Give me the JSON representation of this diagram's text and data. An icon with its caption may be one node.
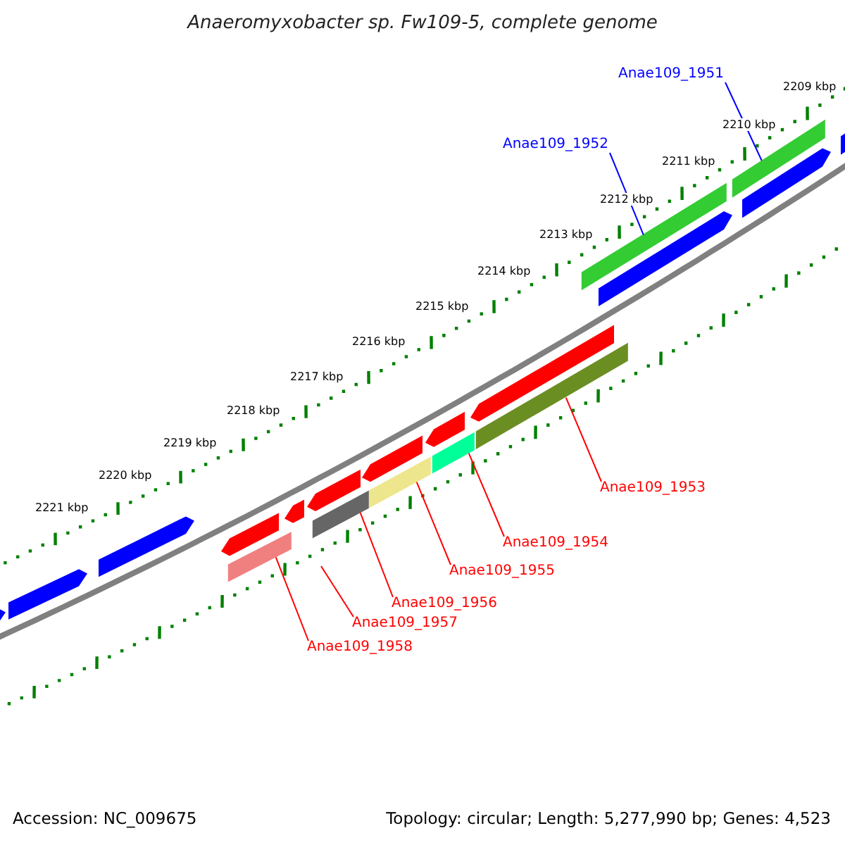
{
  "diagram": {
    "title": "Anaeromyxobacter sp. Fw109-5, complete genome",
    "nodes": [
      {
        "text": [
          "Anae109_1951"
        ]
      },
      {
        "text": [
          "Anae109_1952"
        ]
      },
      {
        "text": [
          "Anae109_1953"
        ]
      },
      {
        "text": [
          "Anae109_1954"
        ]
      },
      {
        "text": [
          "Anae109_1955"
        ]
      },
      {
        "text": [
          "Anae109_1956"
        ]
      },
      {
        "text": [
          "Anae109_1957"
        ]
      },
      {
        "text": [
          "Anae109_1958"
        ]
      },
      {
        "text": [],
        "shape": "bar"
      },
      {
        "text": [],
        "shape": "bar"
      },
      {
        "text": [],
        "shape": "bar"
      },
      {
        "text": [],
        "shape": "bar"
      },
      {
        "text": [],
        "shape": "bar"
      },
      {
        "text": [],
        "shape": "bar"
      },
      {
        "text": [],
        "shape": "bar"
      },
      {
        "text": [],
        "shape": "pentagon"
      },
      {
        "text": [],
        "shape": "pentagon"
      },
      {
        "text": [],
        "shape": "pentagon"
      },
      {
        "text": [],
        "shape": "pentagon"
      },
      {
        "text": [],
        "shape": "pentagon"
      },
      {
        "text": [],
        "shape": "pentagon"
      },
      {
        "text": [],
        "shape": "pentagon"
      },
      {
        "text": [],
        "shape": "pentagon"
      },
      {
        "text": [],
        "shape": "pentagon"
      },
      {
        "text": [],
        "shape": "pentagon"
      },
      {
        "text": [],
        "shape": "pentagon"
      },
      {
        "text": [],
        "shape": "pentagon"
      }
    ],
    "edges": [
      {
        "from": 0,
        "to": 8,
        "arrow": "none",
        "color": "#0000ff"
      },
      {
        "from": 1,
        "to": 9,
        "arrow": "none",
        "color": "#0000ff"
      },
      {
        "from": 2,
        "to": 10,
        "arrow": "none"
      },
      {
        "from": 3,
        "to": 11,
        "arrow": "none"
      },
      {
        "from": 4,
        "to": 12,
        "arrow": "none"
      },
      {
        "from": 5,
        "to": 13,
        "arrow": "none"
      },
      {
        "from": 6,
        "to": null,
        "arrow": "none"
      },
      {
        "from": 7,
        "to": 14,
        "arrow": "none"
      }
    ],
    "labels": [
      "2209 kbp",
      "2210 kbp",
      "2211 kbp",
      "2212 kbp",
      "2213 kbp",
      "2214 kbp",
      "2215 kbp",
      "2216 kbp",
      "2217 kbp",
      "2218 kbp",
      "2219 kbp",
      "2220 kbp",
      "2221 kbp",
      "Accession: NC_009675",
      "Topology: circular; Length: 5,277,990 bp; Genes: 4,523"
    ]
  }
}
